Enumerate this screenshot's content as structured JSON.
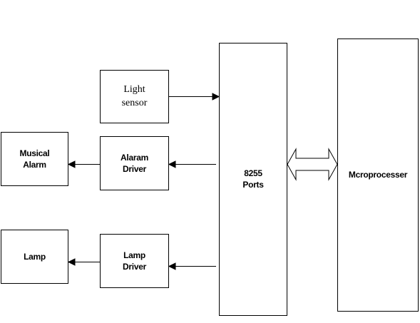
{
  "blocks": {
    "light_sensor": "Light\nsensor",
    "musical_alarm": "Musical\nAlarm",
    "alarm_driver": "Alaram\nDriver",
    "lamp": "Lamp",
    "lamp_driver": "Lamp\nDriver",
    "ports": "8255\nPorts",
    "microprocessor": "Mcroprocesser"
  },
  "colors": {
    "line": "#000000",
    "background": "#ffffff"
  }
}
